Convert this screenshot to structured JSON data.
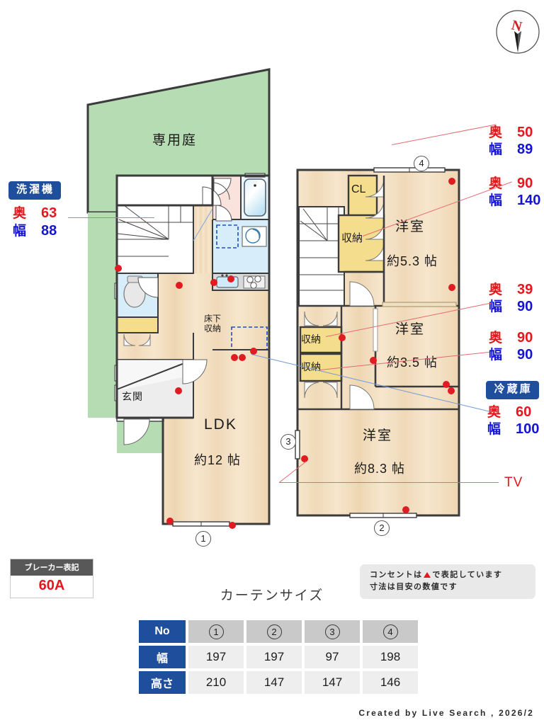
{
  "compass": {
    "north_label": "N"
  },
  "plan": {
    "garden_label": "専用庭",
    "entrance_label": "玄関",
    "ldk_label": "LDK",
    "ldk_size": "約12 帖",
    "underfloor_storage_line1": "床下",
    "underfloor_storage_line2": "収納",
    "closet_cl_label": "CL",
    "closet_label": "収納",
    "room1_label": "洋室",
    "room1_size": "約5.3 帖",
    "room2_label": "洋室",
    "room2_size": "約3.5 帖",
    "room3_label": "洋室",
    "room3_size": "約8.3 帖",
    "markers": [
      "1",
      "2",
      "3",
      "4"
    ]
  },
  "appliances": {
    "washer": {
      "name": "洗濯機",
      "depth_label": "奥",
      "depth_value": "63",
      "width_label": "幅",
      "width_value": "88"
    },
    "fridge": {
      "name": "冷蔵庫",
      "depth_label": "奥",
      "depth_value": "60",
      "width_label": "幅",
      "width_value": "100"
    },
    "tv": {
      "name": "TV"
    }
  },
  "storage_dims": [
    {
      "depth_label": "奥",
      "depth_value": "50",
      "width_label": "幅",
      "width_value": "89"
    },
    {
      "depth_label": "奥",
      "depth_value": "90",
      "width_label": "幅",
      "width_value": "140"
    },
    {
      "depth_label": "奥",
      "depth_value": "39",
      "width_label": "幅",
      "width_value": "90"
    },
    {
      "depth_label": "奥",
      "depth_value": "90",
      "width_label": "幅",
      "width_value": "90"
    }
  ],
  "breaker": {
    "title": "ブレーカー表記",
    "value": "60A"
  },
  "note": {
    "line1_before": "コンセントは",
    "line1_after": "で表記しています",
    "line2": "寸法は目安の数値です"
  },
  "curtain": {
    "title": "カーテンサイズ",
    "row_headers": [
      "No",
      "幅",
      "高さ"
    ],
    "columns": [
      "1",
      "2",
      "3",
      "4"
    ],
    "width_values": [
      "197",
      "197",
      "97",
      "198"
    ],
    "height_values": [
      "210",
      "147",
      "147",
      "146"
    ]
  },
  "footer": {
    "credit": "Created by Live Search , 2026/2"
  },
  "colors": {
    "accent_blue": "#1f4e9c",
    "dim_red": "#e8161c",
    "dim_blue": "#1414d2",
    "garden_green": "#b6dcb4",
    "floor_tan": "#f3ddc0",
    "closet_yellow": "#f5dd8e",
    "wall_dark": "#3b3b3b",
    "water_blue": "#cfe8f7",
    "outlet_red": "#e01b22"
  }
}
